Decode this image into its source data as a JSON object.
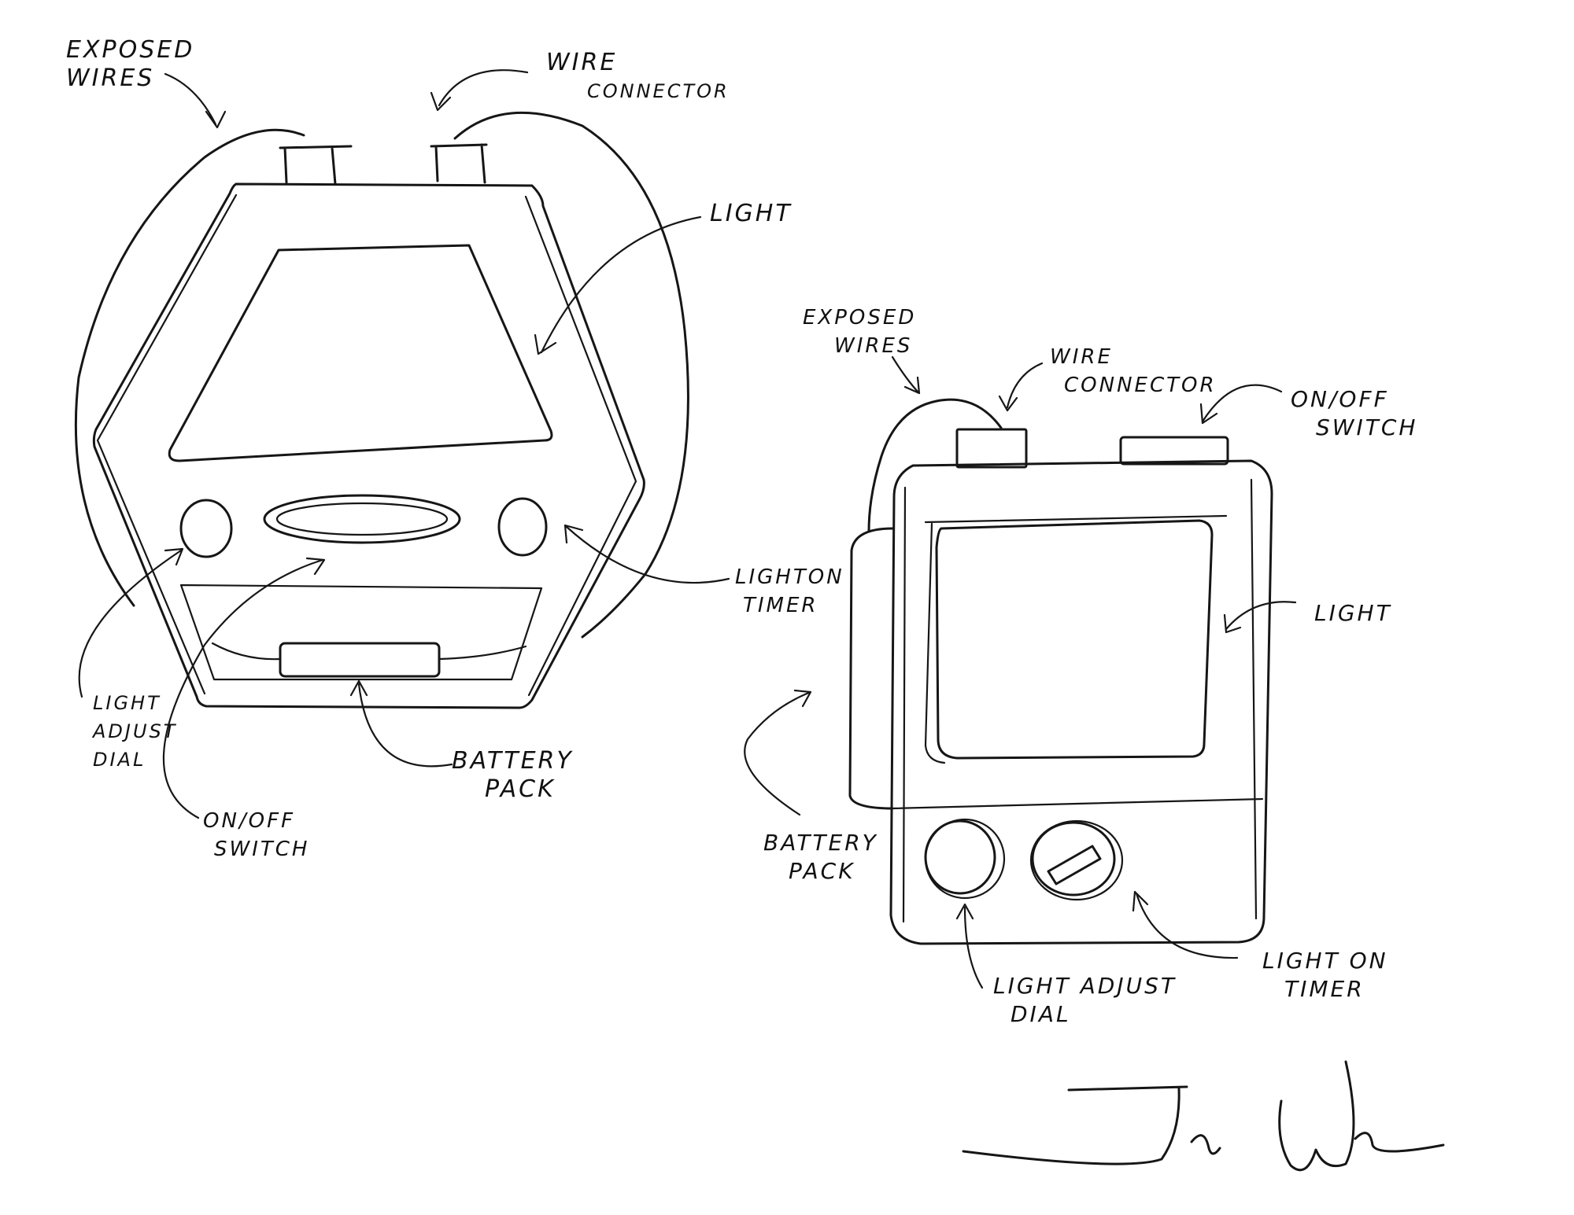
{
  "front_view": {
    "exposed_wires": [
      "EXPOSED",
      "WIRES"
    ],
    "wire_connector": [
      "WIRE",
      "CONNECTOR"
    ],
    "light": "LIGHT",
    "light_on_timer": [
      "LIGHTON",
      "TIMER"
    ],
    "light_adjust_dial": [
      "LIGHT",
      "ADJUST",
      "DIAL"
    ],
    "on_off_switch": [
      "ON/OFF",
      "SWITCH"
    ],
    "battery_pack": [
      "BATTERY",
      "PACK"
    ]
  },
  "side_view": {
    "exposed_wires": [
      "EXPOSED",
      "WIRES"
    ],
    "wire_connector": [
      "WIRE",
      "CONNECTOR"
    ],
    "on_off_switch": [
      "ON/OFF",
      "SWITCH"
    ],
    "light": "LIGHT",
    "battery_pack": [
      "BATTERY",
      "PACK"
    ],
    "light_adjust_dial": [
      "LIGHT ADJUST",
      "DIAL"
    ],
    "light_on_timer": [
      "LIGHT ON",
      "TIMER"
    ]
  },
  "signature": "Jake Walker",
  "colors": {
    "ink": "#161616",
    "paper": "#ffffff"
  }
}
